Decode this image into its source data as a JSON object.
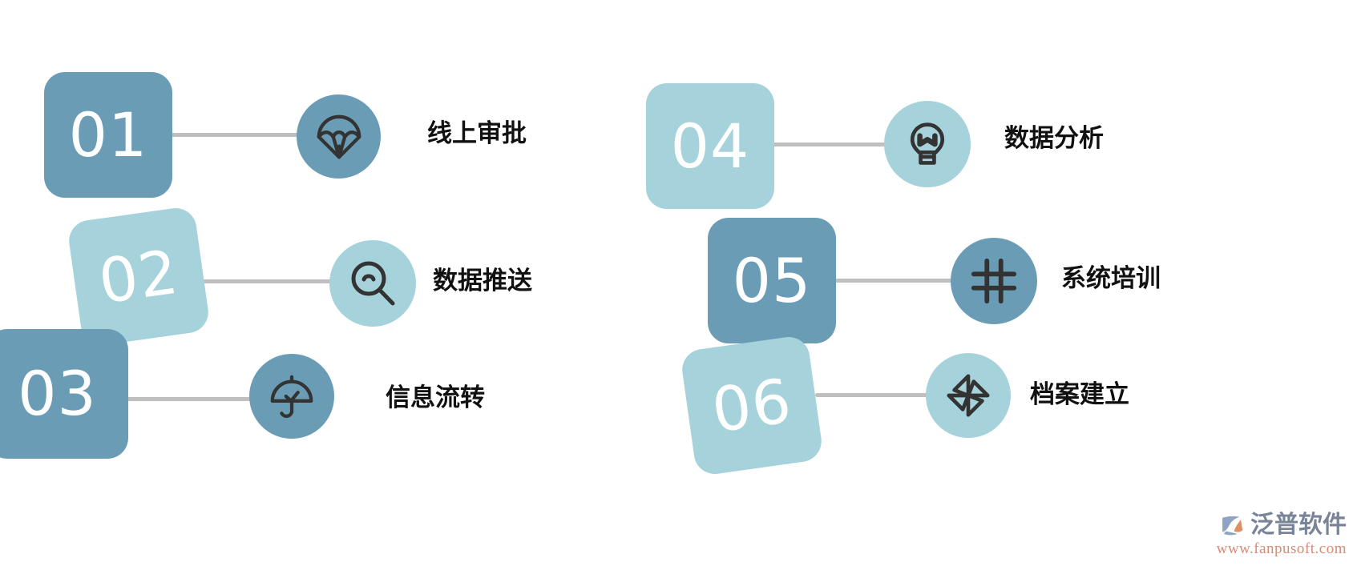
{
  "theme": {
    "background": "#ffffff",
    "color_dark": "#6b9cb5",
    "color_light": "#a5d2db",
    "connector_color": "#bfbfbf",
    "icon_stroke": "#333333",
    "number_color": "#ffffff",
    "label_color": "#111111"
  },
  "items": [
    {
      "number": "01",
      "label": "线上审批",
      "icon": "parachute-icon",
      "tone": "dark"
    },
    {
      "number": "02",
      "label": "数据推送",
      "icon": "magnifier-icon",
      "tone": "light"
    },
    {
      "number": "03",
      "label": "信息流转",
      "icon": "umbrella-icon",
      "tone": "dark"
    },
    {
      "number": "04",
      "label": "数据分析",
      "icon": "lightbulb-icon",
      "tone": "light"
    },
    {
      "number": "05",
      "label": "系统培训",
      "icon": "hash-grid-icon",
      "tone": "dark"
    },
    {
      "number": "06",
      "label": "档案建立",
      "icon": "pinwheel-icon",
      "tone": "light"
    }
  ],
  "watermark": {
    "brand": "泛普软件",
    "url": "www.fanpusoft.com"
  }
}
